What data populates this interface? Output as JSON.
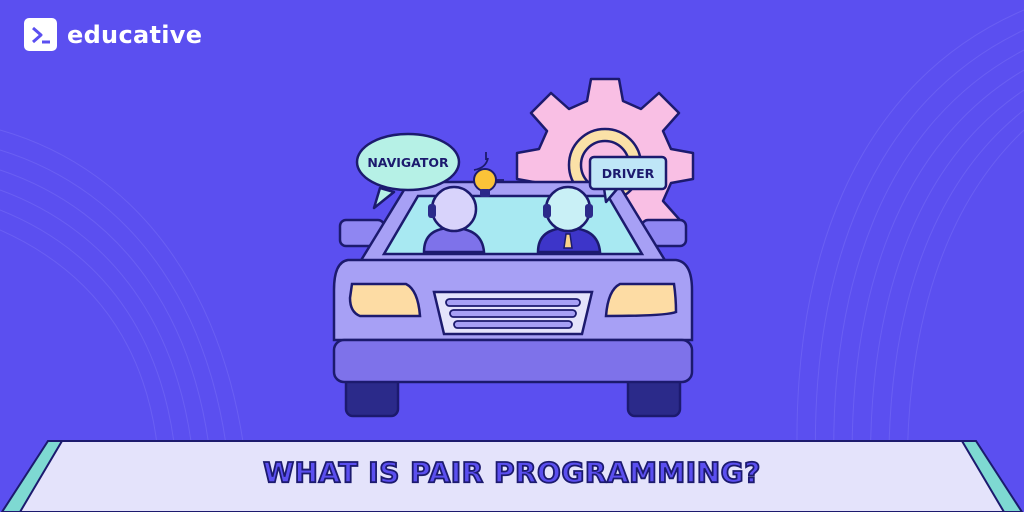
{
  "brand": {
    "name": "educative",
    "logo_icon": "terminal-prompt-icon"
  },
  "bubbles": {
    "navigator": "NAVIGATOR",
    "driver": "DRIVER"
  },
  "banner": {
    "title": "WHAT IS PAIR PROGRAMMING?"
  },
  "colors": {
    "background": "#5b4ff0",
    "car_body": "#a7a0f5",
    "headlights": "#fddca4",
    "windshield": "#a8e9f2",
    "gear": "#f9bfe4",
    "banner_fill": "#e4e3fb",
    "banner_edge": "#7ed9d2",
    "title_text": "#5b4ff0"
  },
  "icons": [
    "terminal-prompt-icon",
    "lightbulb-icon",
    "gear-icon",
    "headset-icon"
  ]
}
